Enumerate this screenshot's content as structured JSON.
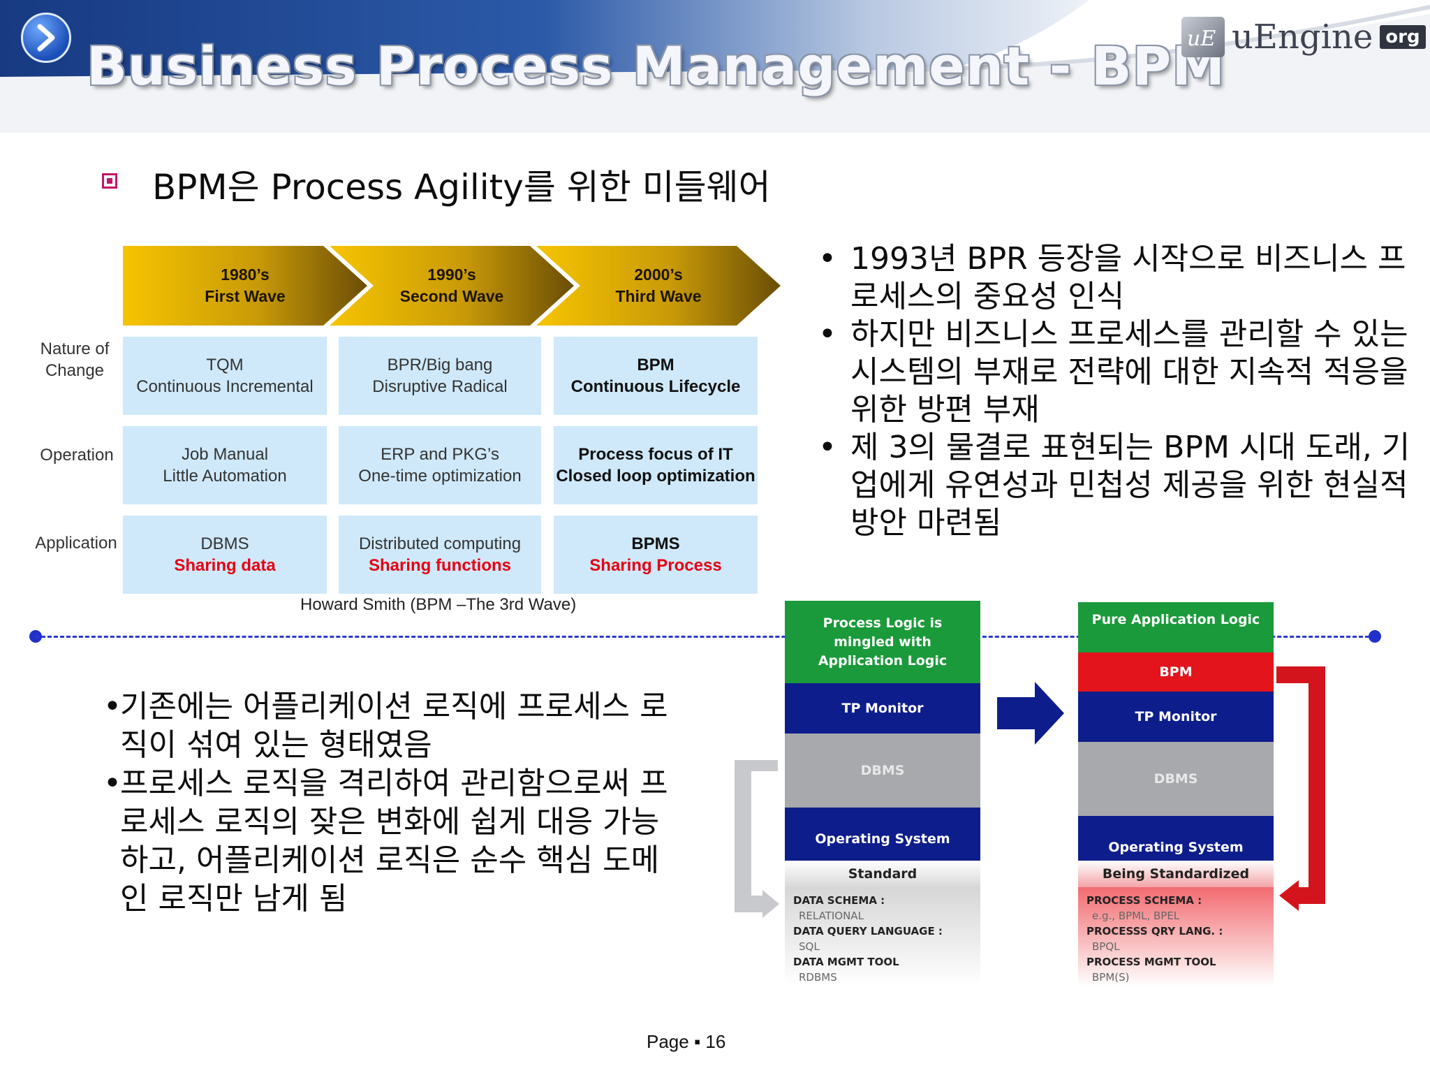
{
  "header": {
    "title": "Business Process Management - BPM",
    "logo_text": "uEngine",
    "logo_org": "org",
    "logo_icon": "ue-logo-icon",
    "nav_icon": "chevron-right-icon"
  },
  "headline": "BPM은 Process Agility를 위한 미들웨어",
  "waves": [
    {
      "decade": "1980’s",
      "label": "First Wave"
    },
    {
      "decade": "1990’s",
      "label": "Second Wave"
    },
    {
      "decade": "2000’s",
      "label": "Third Wave"
    }
  ],
  "row_labels": [
    "Nature of Change",
    "Operation",
    "Application"
  ],
  "table": {
    "nature": [
      {
        "line1": "TQM",
        "line2": "Continuous Incremental"
      },
      {
        "line1": "BPR/Big bang",
        "line2": "Disruptive Radical"
      },
      {
        "line1": "BPM",
        "line2": "Continuous Lifecycle"
      }
    ],
    "operation": [
      {
        "line1": "Job Manual",
        "line2": "Little Automation"
      },
      {
        "line1": "ERP and PKG’s",
        "line2": "One-time optimization"
      },
      {
        "line1": "Process focus of IT",
        "line2": "Closed loop optimization"
      }
    ],
    "application": [
      {
        "line1": "DBMS",
        "line2": "Sharing data"
      },
      {
        "line1": "Distributed computing",
        "line2": "Sharing functions"
      },
      {
        "line1": "BPMS",
        "line2": "Sharing Process"
      }
    ]
  },
  "caption": "Howard Smith (BPM –The 3rd Wave)",
  "right_bullets": [
    "1993년 BPR 등장을 시작으로 비즈니스 프로세스의 중요성 인식",
    "하지만 비즈니스 프로세스를 관리할 수 있는 시스템의 부재로 전략에 대한 지속적 적응을 위한 방편 부재",
    "제 3의 물결로 표현되는 BPM 시대 도래, 기업에게 유연성과 민첩성 제공을 위한 현실적 방안 마련됨"
  ],
  "left_bullets": [
    "기존에는 어플리케이션 로직에 프로세스 로직이 섞여 있는 형태였음",
    "프로세스 로직을 격리하여 관리함으로써 프로세스 로직의 잦은 변화에 쉽게 대응 가능하고, 어플리케이션 로직은 순수 핵심 도메인 로직만 남게 됨"
  ],
  "stack_left": {
    "top": "Process Logic is mingled with Application Logic",
    "tp": "TP Monitor",
    "dbms": "DBMS",
    "os": "Operating System",
    "std_title": "Standard",
    "std_items": [
      {
        "key": "DATA SCHEMA :",
        "val": "RELATIONAL"
      },
      {
        "key": "DATA QUERY LANGUAGE :",
        "val": "SQL"
      },
      {
        "key": "DATA MGMT TOOL",
        "val": "RDBMS"
      }
    ]
  },
  "stack_right": {
    "top": "Pure Application Logic",
    "bpm": "BPM",
    "tp": "TP Monitor",
    "dbms": "DBMS",
    "os": "Operating System",
    "std_title": "Being Standardized",
    "std_items": [
      {
        "key": "PROCESS SCHEMA :",
        "val": "e.g., BPML, BPEL"
      },
      {
        "key": "PROCESSS QRY LANG. :",
        "val": "BPQL"
      },
      {
        "key": "PROCESS MGMT TOOL",
        "val": "BPM(S)"
      }
    ]
  },
  "colors": {
    "accent_red": "#e60012",
    "cell_blue": "#cfe9fa",
    "divider_blue": "#2a3ad0",
    "stack_green": "#1a9a3a",
    "stack_navy": "#0e1d8c",
    "stack_red": "#e3141c"
  },
  "footer": {
    "page": "Page ▪ 16"
  }
}
